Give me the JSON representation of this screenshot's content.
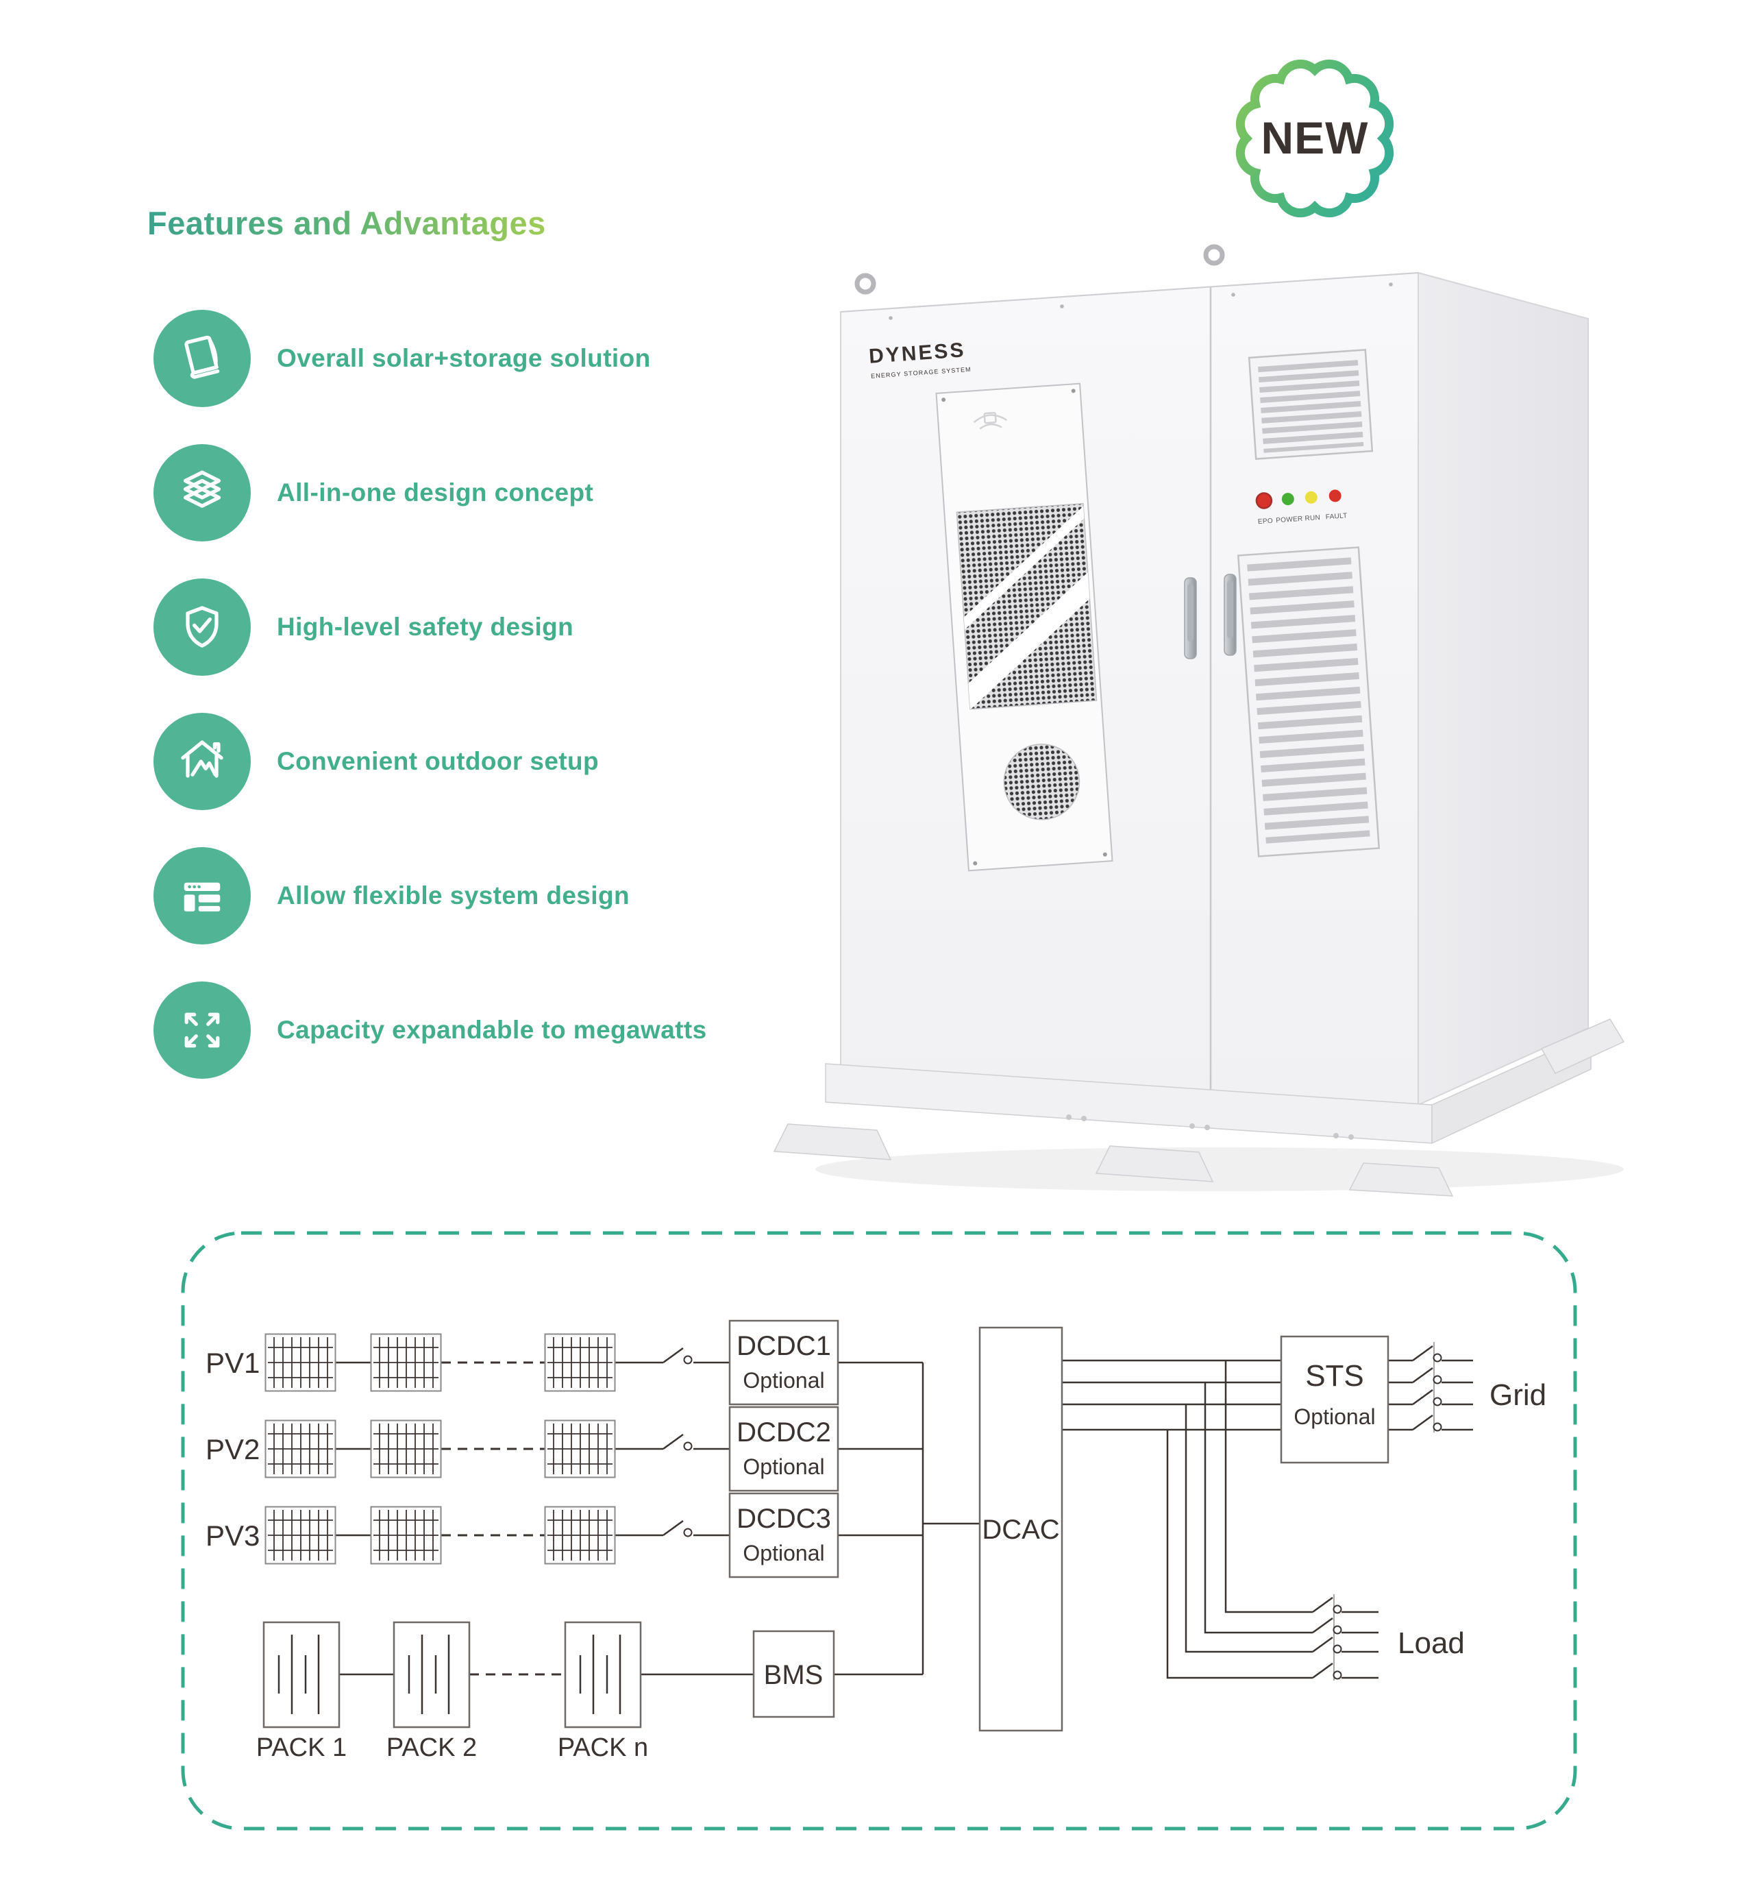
{
  "heading": {
    "text": "Features and Advantages"
  },
  "badge": {
    "label": "NEW"
  },
  "features": [
    {
      "label": "Overall solar+storage solution",
      "icon": "book-icon"
    },
    {
      "label": "All-in-one design concept",
      "icon": "layers-icon"
    },
    {
      "label": "High-level safety design",
      "icon": "shield-check-icon"
    },
    {
      "label": "Convenient outdoor setup",
      "icon": "house-icon"
    },
    {
      "label": "Allow flexible system design",
      "icon": "layout-icon"
    },
    {
      "label": "Capacity expandable to megawatts",
      "icon": "expand-arrows-icon"
    }
  ],
  "cabinet": {
    "brand": "DYNESS",
    "tagline": "ENERGY STORAGE SYSTEM",
    "indicators": [
      {
        "label": "EPO",
        "color": "#d8332b"
      },
      {
        "label": "POWER",
        "color": "#46ad35"
      },
      {
        "label": "RUN",
        "color": "#eadf3e"
      },
      {
        "label": "FAULT",
        "color": "#d8332b"
      }
    ]
  },
  "diagram": {
    "pv_inputs": [
      {
        "label": "PV1"
      },
      {
        "label": "PV2"
      },
      {
        "label": "PV3"
      }
    ],
    "dcdc_units": [
      {
        "name": "DCDC1",
        "note": "Optional"
      },
      {
        "name": "DCDC2",
        "note": "Optional"
      },
      {
        "name": "DCDC3",
        "note": "Optional"
      }
    ],
    "inverter": {
      "name": "DCAC"
    },
    "sts": {
      "name": "STS",
      "note": "Optional"
    },
    "bms": {
      "name": "BMS"
    },
    "packs": [
      {
        "label": "PACK 1"
      },
      {
        "label": "PACK 2"
      },
      {
        "label": "PACK n"
      }
    ],
    "outputs": {
      "grid": "Grid",
      "load": "Load"
    }
  },
  "colors": {
    "accent_teal": "#43ae8c",
    "icon_circle": "#51b495",
    "heading_gradient_start": "#3ba28c",
    "heading_gradient_end": "#9ecb55",
    "badge_gradient_start": "#7ec45e",
    "badge_gradient_end": "#35ad99",
    "diagram_line": "#3b3330",
    "diagram_border_dash": "#35aa8d",
    "led_red": "#d8332b",
    "led_green": "#46ad35",
    "led_yellow": "#eadf3e"
  }
}
